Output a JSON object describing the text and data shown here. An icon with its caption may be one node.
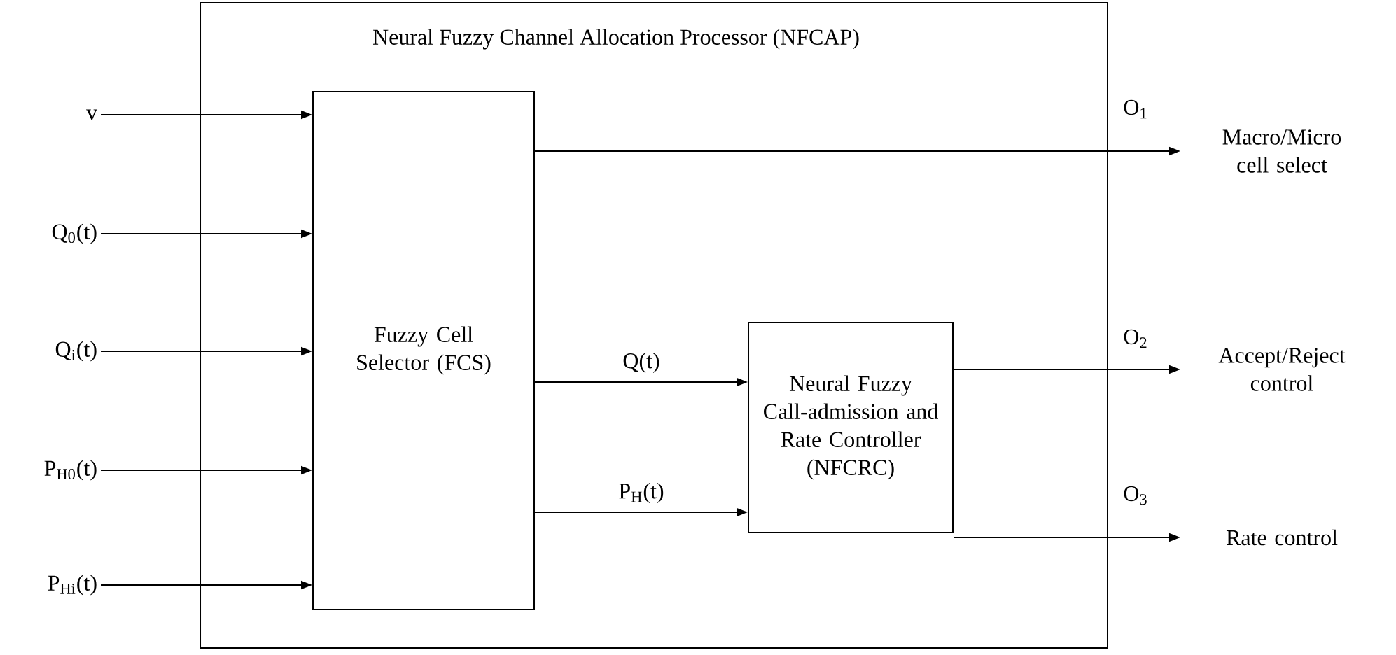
{
  "diagram": {
    "nodes": [
      {
        "text": [
          "Neural Fuzzy Channel Allocation Processor (NFCAP)"
        ]
      },
      {
        "text": [
          "Fuzzy Cell Selector (FCS)"
        ],
        "in": 0
      },
      {
        "text": [
          "Neural Fuzzy Call-admission and Rate Controller (NFCRC)"
        ],
        "in": 0
      },
      {
        "text": [
          "v"
        ]
      },
      {
        "text": [
          "Q$_{0}$(t)"
        ]
      },
      {
        "text": [
          "Q$_{i}$(t)"
        ]
      },
      {
        "text": [
          "P$_{H0}$(t)"
        ]
      },
      {
        "text": [
          "P$_{Hi}$(t)"
        ]
      },
      {
        "text": [
          "O$_{1}$",
          "Macro/Micro cell select"
        ]
      },
      {
        "text": [
          "O$_{2}$",
          "Accept/Reject control"
        ]
      },
      {
        "text": [
          "O$_{3}$",
          "Rate control"
        ]
      }
    ],
    "edges": [
      {
        "from": 3,
        "to": 1,
        "arrow": "to"
      },
      {
        "from": 4,
        "to": 1,
        "arrow": "to"
      },
      {
        "from": 5,
        "to": 1,
        "arrow": "to"
      },
      {
        "from": 6,
        "to": 1,
        "arrow": "to"
      },
      {
        "from": 7,
        "to": 1,
        "arrow": "to"
      },
      {
        "from": 1,
        "to": 8,
        "arrow": "to"
      },
      {
        "from": 1,
        "to": 2,
        "arrow": "to",
        "label": "Q(t)"
      },
      {
        "from": 1,
        "to": 2,
        "arrow": "to",
        "label": "P$_{H}$(t)"
      },
      {
        "from": 2,
        "to": 9,
        "arrow": "to"
      },
      {
        "from": 2,
        "to": 10,
        "arrow": "to"
      }
    ]
  }
}
